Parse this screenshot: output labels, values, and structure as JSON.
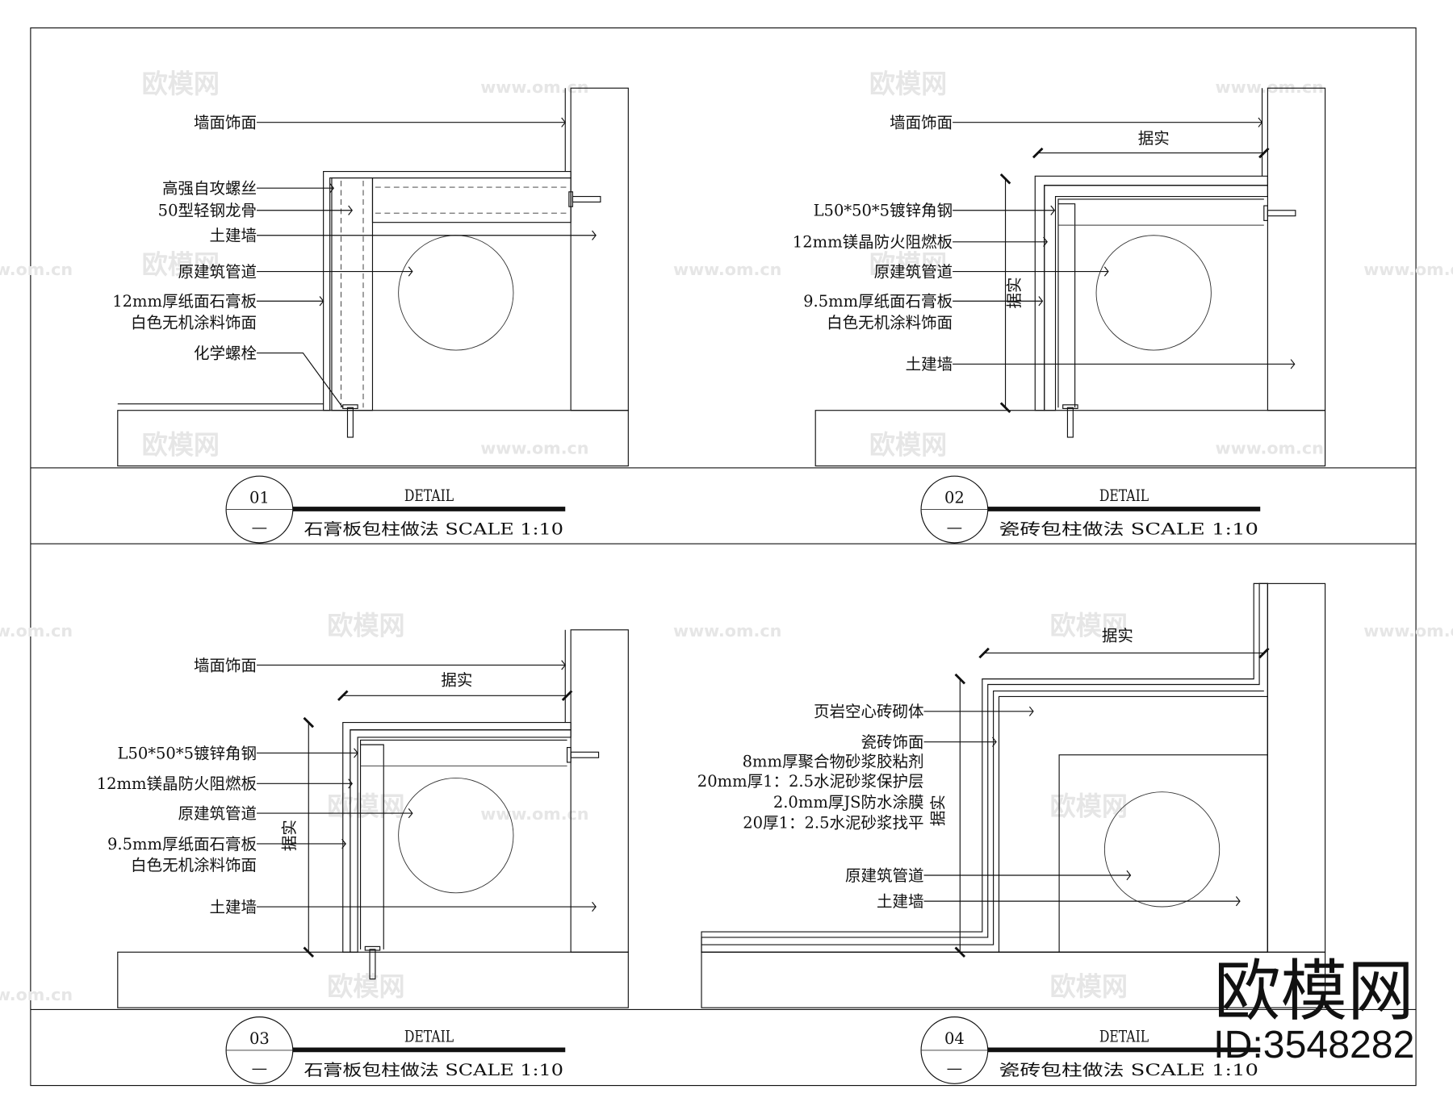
{
  "details": [
    {
      "number": "01",
      "sub_number": "—",
      "heading": "DETAIL",
      "caption": "石膏板包柱做法  SCALE 1:10",
      "labels": [
        [
          "墙面饰面"
        ],
        [
          "高强自攻螺丝"
        ],
        [
          "50型轻钢龙骨"
        ],
        [
          "土建墙"
        ],
        [
          "原建筑管道"
        ],
        [
          "12mm厚纸面石膏板",
          "白色无机涂料饰面"
        ],
        [
          "化学螺栓"
        ]
      ],
      "dimensions": []
    },
    {
      "number": "02",
      "sub_number": "—",
      "heading": "DETAIL",
      "caption": "瓷砖包柱做法  SCALE 1:10",
      "labels": [
        [
          "墙面饰面"
        ],
        [
          "L50*50*5镀锌角钢"
        ],
        [
          "12mm镁晶防火阻燃板"
        ],
        [
          "原建筑管道"
        ],
        [
          "9.5mm厚纸面石膏板",
          "白色无机涂料饰面"
        ],
        [
          "土建墙"
        ]
      ],
      "dimensions": [
        "据实",
        "据实"
      ]
    },
    {
      "number": "03",
      "sub_number": "—",
      "heading": "DETAIL",
      "caption": "石膏板包柱做法  SCALE 1:10",
      "labels": [
        [
          "墙面饰面"
        ],
        [
          "L50*50*5镀锌角钢"
        ],
        [
          "12mm镁晶防火阻燃板"
        ],
        [
          "原建筑管道"
        ],
        [
          "9.5mm厚纸面石膏板",
          "白色无机涂料饰面"
        ],
        [
          "土建墙"
        ]
      ],
      "dimensions": [
        "据实",
        "据实"
      ]
    },
    {
      "number": "04",
      "sub_number": "—",
      "heading": "DETAIL",
      "caption": "瓷砖包柱做法  SCALE 1:10",
      "labels": [
        [
          "页岩空心砖砌体"
        ],
        [
          "瓷砖饰面"
        ],
        [
          "8mm厚聚合物砂浆胶粘剂"
        ],
        [
          "20mm厚1：2.5水泥砂浆保护层"
        ],
        [
          "2.0mm厚JS防水涂膜"
        ],
        [
          "20厚1：2.5水泥砂浆找平"
        ],
        [
          "原建筑管道"
        ],
        [
          "土建墙"
        ]
      ],
      "dimensions": [
        "据实",
        "据实"
      ]
    }
  ],
  "watermark": {
    "logo": "欧模网",
    "site": "www.om.cn",
    "id": "ID:3548282"
  }
}
